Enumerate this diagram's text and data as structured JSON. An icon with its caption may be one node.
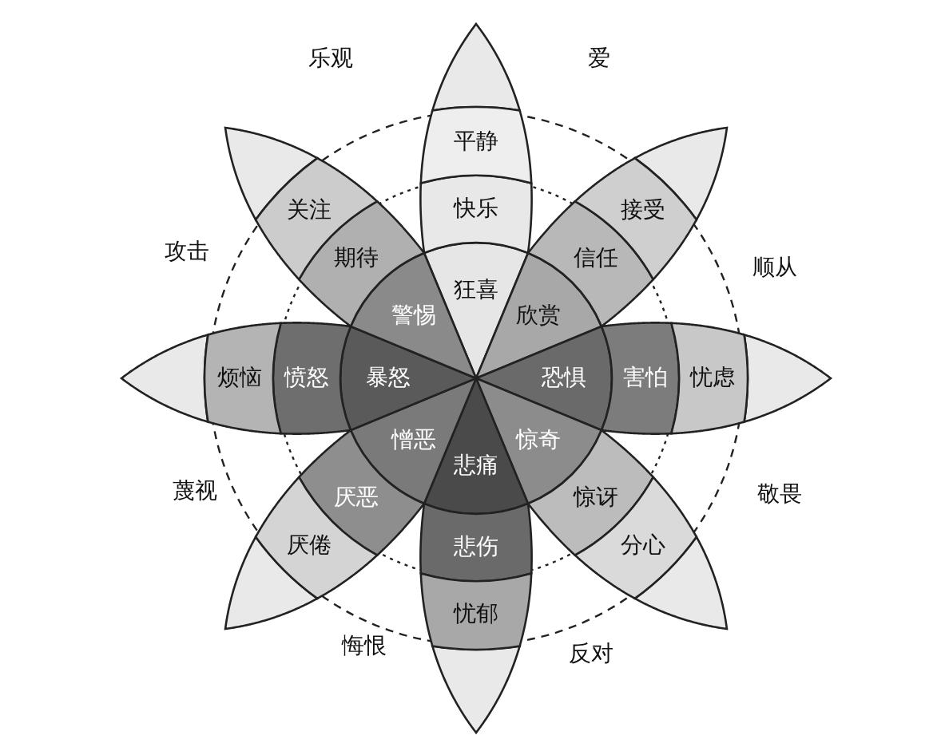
{
  "diagram": {
    "nodes": [
      {
        "text": [
          "狂喜"
        ]
      },
      {
        "text": [
          "快乐"
        ]
      },
      {
        "text": [
          "平静"
        ]
      },
      {
        "text": [
          "欣赏"
        ]
      },
      {
        "text": [
          "信任"
        ]
      },
      {
        "text": [
          "接受"
        ]
      },
      {
        "text": [
          "恐惧"
        ]
      },
      {
        "text": [
          "害怕"
        ]
      },
      {
        "text": [
          "忧虑"
        ]
      },
      {
        "text": [
          "惊奇"
        ]
      },
      {
        "text": [
          "惊讶"
        ]
      },
      {
        "text": [
          "分心"
        ]
      },
      {
        "text": [
          "悲痛"
        ]
      },
      {
        "text": [
          "悲伤"
        ]
      },
      {
        "text": [
          "忧郁"
        ]
      },
      {
        "text": [
          "憎恶"
        ]
      },
      {
        "text": [
          "厌恶"
        ]
      },
      {
        "text": [
          "厌倦"
        ]
      },
      {
        "text": [
          "暴怒"
        ]
      },
      {
        "text": [
          "愤怒"
        ]
      },
      {
        "text": [
          "烦恼"
        ]
      },
      {
        "text": [
          "警惕"
        ]
      },
      {
        "text": [
          "期待"
        ]
      },
      {
        "text": [
          "关注"
        ]
      }
    ],
    "labels": [
      "乐观",
      "爱",
      "攻击",
      "顺从",
      "蔑视",
      "敬畏",
      "悔恨",
      "反对"
    ]
  }
}
